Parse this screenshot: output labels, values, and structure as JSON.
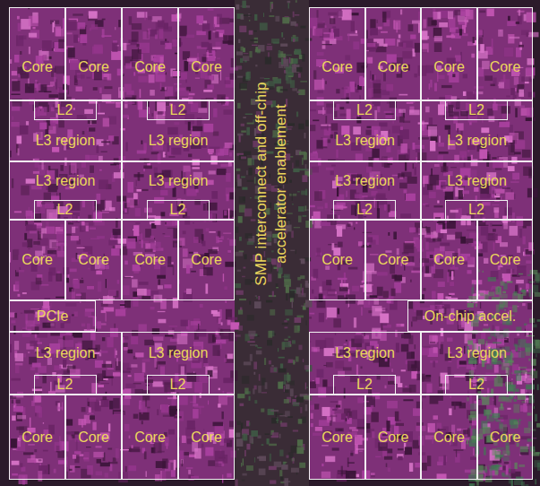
{
  "diagram": {
    "nodes": [
      {
        "text": [
          "Core"
        ]
      },
      {
        "text": [
          "Core"
        ]
      },
      {
        "text": [
          "Core"
        ]
      },
      {
        "text": [
          "Core"
        ]
      },
      {
        "text": [
          "Core"
        ]
      },
      {
        "text": [
          "Core"
        ]
      },
      {
        "text": [
          "Core"
        ]
      },
      {
        "text": [
          "Core"
        ]
      },
      {
        "text": [
          "L3 region"
        ]
      },
      {
        "text": [
          "L2"
        ],
        "in": 8
      },
      {
        "text": [
          "L3 region"
        ]
      },
      {
        "text": [
          "L2"
        ],
        "in": 10
      },
      {
        "text": [
          "L3 region"
        ]
      },
      {
        "text": [
          "L2"
        ],
        "in": 12
      },
      {
        "text": [
          "L3 region"
        ]
      },
      {
        "text": [
          "L2"
        ],
        "in": 14
      },
      {
        "text": [
          "L3 region"
        ]
      },
      {
        "text": [
          "L2"
        ],
        "in": 16
      },
      {
        "text": [
          "L3 region"
        ]
      },
      {
        "text": [
          "L2"
        ],
        "in": 18
      },
      {
        "text": [
          "L3 region"
        ]
      },
      {
        "text": [
          "L2"
        ],
        "in": 20
      },
      {
        "text": [
          "L3 region"
        ]
      },
      {
        "text": [
          "L2"
        ],
        "in": 22
      },
      {
        "text": [
          "Core"
        ]
      },
      {
        "text": [
          "Core"
        ]
      },
      {
        "text": [
          "Core"
        ]
      },
      {
        "text": [
          "Core"
        ]
      },
      {
        "text": [
          "Core"
        ]
      },
      {
        "text": [
          "Core"
        ]
      },
      {
        "text": [
          "Core"
        ]
      },
      {
        "text": [
          "Core"
        ]
      },
      {
        "text": [
          "PCIe"
        ]
      },
      {
        "text": [
          "On-chip accel."
        ]
      },
      {
        "text": [
          "L3 region"
        ]
      },
      {
        "text": [
          "L2"
        ],
        "in": 34
      },
      {
        "text": [
          "L3 region"
        ]
      },
      {
        "text": [
          "L2"
        ],
        "in": 36
      },
      {
        "text": [
          "L3 region"
        ]
      },
      {
        "text": [
          "L2"
        ],
        "in": 38
      },
      {
        "text": [
          "L3 region"
        ]
      },
      {
        "text": [
          "L2"
        ],
        "in": 40
      },
      {
        "text": [
          "Core"
        ]
      },
      {
        "text": [
          "Core"
        ]
      },
      {
        "text": [
          "Core"
        ]
      },
      {
        "text": [
          "Core"
        ]
      },
      {
        "text": [
          "Core"
        ]
      },
      {
        "text": [
          "Core"
        ]
      },
      {
        "text": [
          "Core"
        ]
      },
      {
        "text": [
          "Core"
        ]
      }
    ],
    "labels": [
      "SMP interconnect and off-chip accelerator enablement"
    ]
  }
}
